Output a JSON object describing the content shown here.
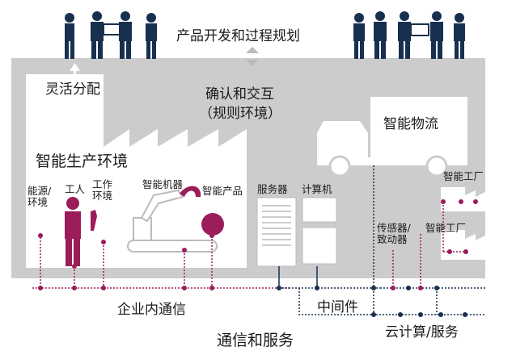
{
  "title_top": "产品开发和过程规划",
  "flexible_allocation": "灵活分配",
  "confirm_interact": "确认和交互",
  "rule_env": "（规则环境）",
  "smart_logistics": "智能物流",
  "smart_production_env": "智能生产环境",
  "energy_env": "能源/环境",
  "worker": "工人",
  "work_env": "工作环境",
  "smart_machine": "智能机器",
  "smart_product": "智能产品",
  "server": "服务器",
  "computer": "计算机",
  "smart_factory_top": "智能工厂",
  "sensor_actuator": "传感器/致动器",
  "smart_factory_right": "智能工厂",
  "enterprise_comm": "企业内通信",
  "middleware": "中间件",
  "cloud_service": "云计算/服务",
  "comm_service": "通信和服务",
  "colors": {
    "gray": "#cccccc",
    "navy": "#17304f",
    "accent": "#9b1d5a",
    "dark": "#333333"
  }
}
